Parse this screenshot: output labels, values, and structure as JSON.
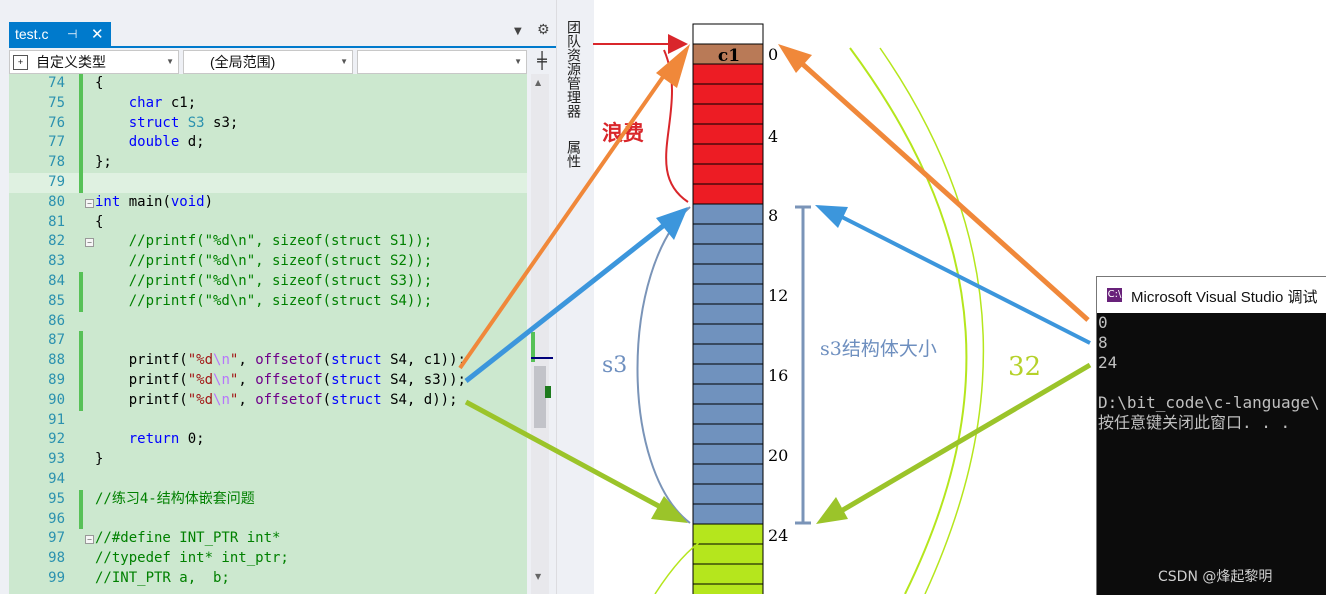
{
  "ide": {
    "tab": {
      "filename": "test.c",
      "pin_glyph": "⊣",
      "close_glyph": "✕"
    },
    "nav": {
      "type_combo": "自定义类型",
      "scope_combo": "(全局范围)",
      "member_combo": ""
    },
    "side_tabs": [
      "团队资源管理器",
      "属性"
    ],
    "line_numbers": [
      "74",
      "75",
      "76",
      "77",
      "78",
      "79",
      "80",
      "81",
      "82",
      "83",
      "84",
      "85",
      "86",
      "87",
      "88",
      "89",
      "90",
      "91",
      "92",
      "93",
      "94",
      "95",
      "96",
      "97",
      "98",
      "99"
    ],
    "code": {
      "l74": "{",
      "l75_kw": "char",
      "l75_rest": " c1;",
      "l76_kw": "struct",
      "l76_ty": " S3",
      "l76_rest": " s3;",
      "l77_kw": "double",
      "l77_rest": " d;",
      "l78": "};",
      "l80_kw": "int",
      "l80_rest": " main(",
      "l80_kw2": "void",
      "l80_end": ")",
      "l81": "{",
      "l82": "//printf(\"%d\\n\", sizeof(struct S1));",
      "l83": "//printf(\"%d\\n\", sizeof(struct S2));",
      "l84": "//printf(\"%d\\n\", sizeof(struct S3));",
      "l85": "//printf(\"%d\\n\", sizeof(struct S4));",
      "printf": "printf(",
      "fmt_q": "\"%d",
      "fmt_esc": "\\n",
      "fmt_end": "\"",
      "comma": ", ",
      "offsetof": "offsetof",
      "paren": "(",
      "struct_kw": "struct",
      "l88_args": " S4, c1));",
      "l89_args": " S4, s3));",
      "l90_args": " S4, d));",
      "l92_kw": "return",
      "l92_rest": " 0;",
      "l93": "}",
      "l95": "//练习4-结构体嵌套问题",
      "l97": "//#define INT_PTR int*",
      "l98": "//typedef int* int_ptr;",
      "l99": "//INT_PTR a,  b;"
    }
  },
  "diagram": {
    "offsets": [
      "0",
      "4",
      "8",
      "12",
      "16",
      "20",
      "24"
    ],
    "cell_label": "c1",
    "waste_label": "浪费",
    "s3_label": "s3",
    "s3_size_label": "s3结构体大小",
    "total_label": "32",
    "colors": {
      "c1": "#b97a57",
      "padding": "#ed1c24",
      "s3": "#7092be",
      "d": "#b5e61d",
      "arrow_orange": "#f0883a",
      "arrow_blue": "#3c96dc",
      "arrow_green": "#9bc42a"
    }
  },
  "console": {
    "title": "Microsoft Visual Studio 调试",
    "icon": "C:\\",
    "lines": [
      "0",
      "8",
      "24",
      "",
      "D:\\bit_code\\c-language\\",
      "按任意键关闭此窗口. . ."
    ]
  },
  "watermark": "CSDN @烽起黎明"
}
